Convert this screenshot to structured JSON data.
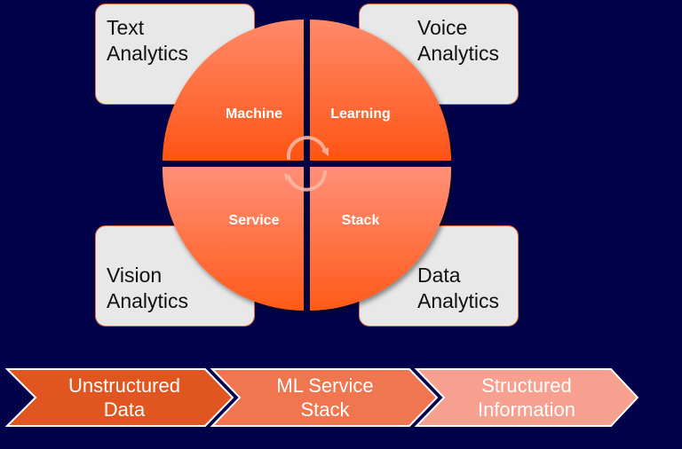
{
  "colors": {
    "background": "#02024a",
    "box_fill": "#e8e8e8",
    "box_border": "#e0704a",
    "wheel_top": "#ff5a1a",
    "wheel_top_light": "#ff8a66",
    "wheel_bottom": "#ff6020",
    "wheel_bottom_light": "#ff8c72",
    "chevron_1": "#e05520",
    "chevron_2": "#f07650",
    "chevron_3": "#f7a090",
    "cycle_arrow": "#f9b7a3"
  },
  "analytics_boxes": {
    "top_left": {
      "label": "Text\nAnalytics"
    },
    "top_right": {
      "label": "Voice\nAnalytics"
    },
    "bottom_left": {
      "label": "Vision\nAnalytics"
    },
    "bottom_right": {
      "label": "Data\nAnalytics"
    }
  },
  "wheel": {
    "quadrants": [
      {
        "position": "top-left",
        "label": "Machine"
      },
      {
        "position": "top-right",
        "label": "Learning"
      },
      {
        "position": "bottom-left",
        "label": "Service"
      },
      {
        "position": "bottom-right",
        "label": "Stack"
      }
    ],
    "center_icon": "cycle-arrows-icon"
  },
  "process_flow": {
    "steps": [
      {
        "line1": "Unstructured",
        "line2": "Data"
      },
      {
        "line1": "ML Service",
        "line2": "Stack"
      },
      {
        "line1": "Structured",
        "line2": "Information"
      }
    ]
  }
}
